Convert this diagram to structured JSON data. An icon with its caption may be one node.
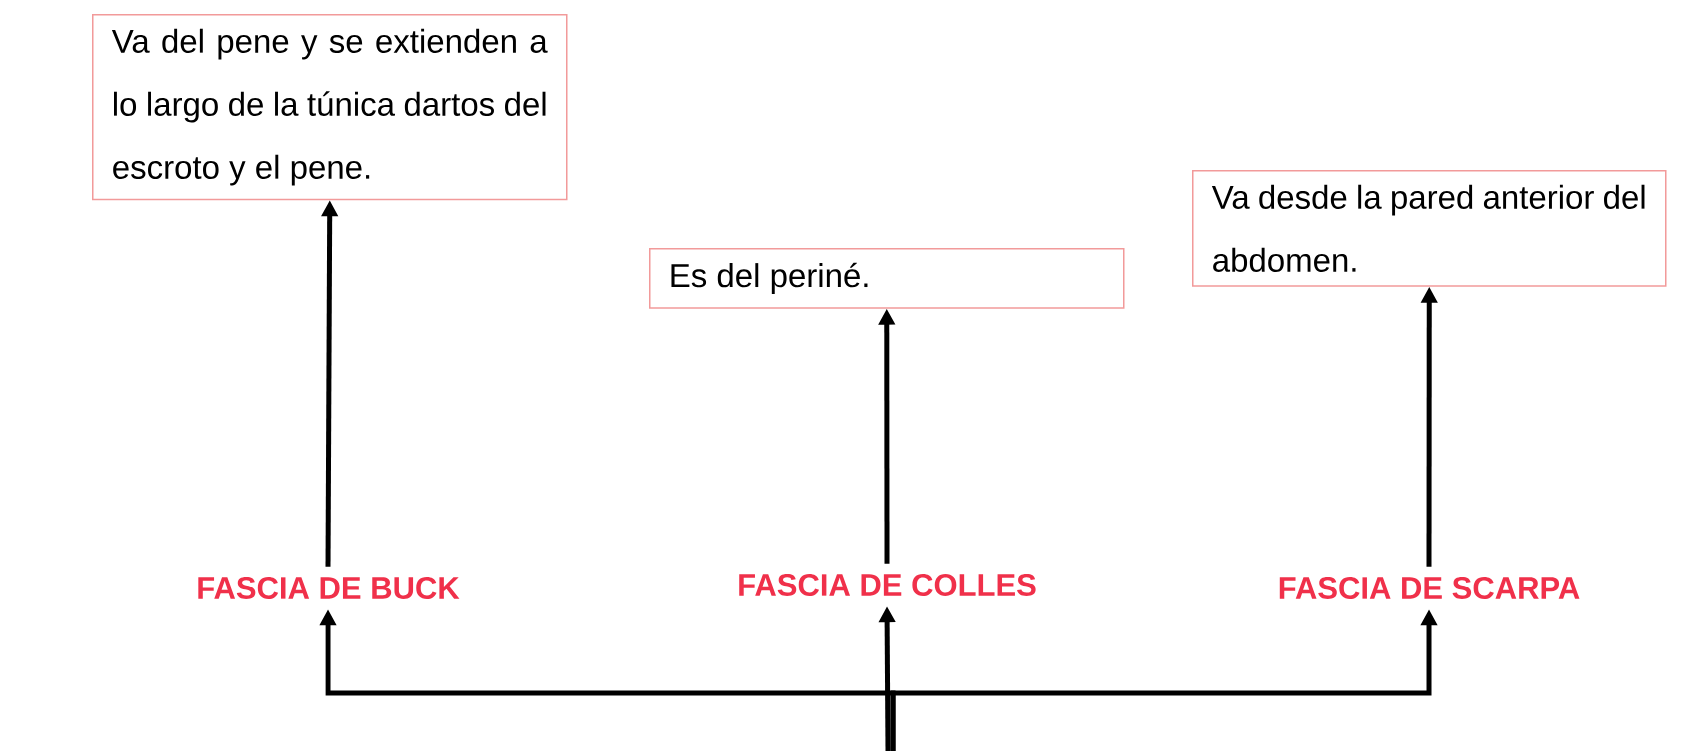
{
  "diagram": {
    "nodes": [
      {
        "text": [
          "Va del pene y se extienden a lo largo de la túnica dartos del escroto y el pene."
        ]
      },
      {
        "text": [
          "Es del periné."
        ]
      },
      {
        "text": [
          "Va desde la pared anterior del abdomen."
        ]
      },
      {
        "text": [
          "FASCIA DE BUCK"
        ]
      },
      {
        "text": [
          "FASCIA DE COLLES"
        ]
      },
      {
        "text": [
          "FASCIA DE SCARPA"
        ]
      }
    ],
    "edges": [
      {
        "from": 3,
        "to": 0,
        "arrow": "to"
      },
      {
        "from": 4,
        "to": 1,
        "arrow": "to"
      },
      {
        "from": 5,
        "to": 2,
        "arrow": "to"
      },
      {
        "from": null,
        "to": 3,
        "arrow": "to"
      },
      {
        "from": null,
        "to": 4,
        "arrow": "to"
      },
      {
        "from": null,
        "to": 5,
        "arrow": "to"
      }
    ]
  }
}
